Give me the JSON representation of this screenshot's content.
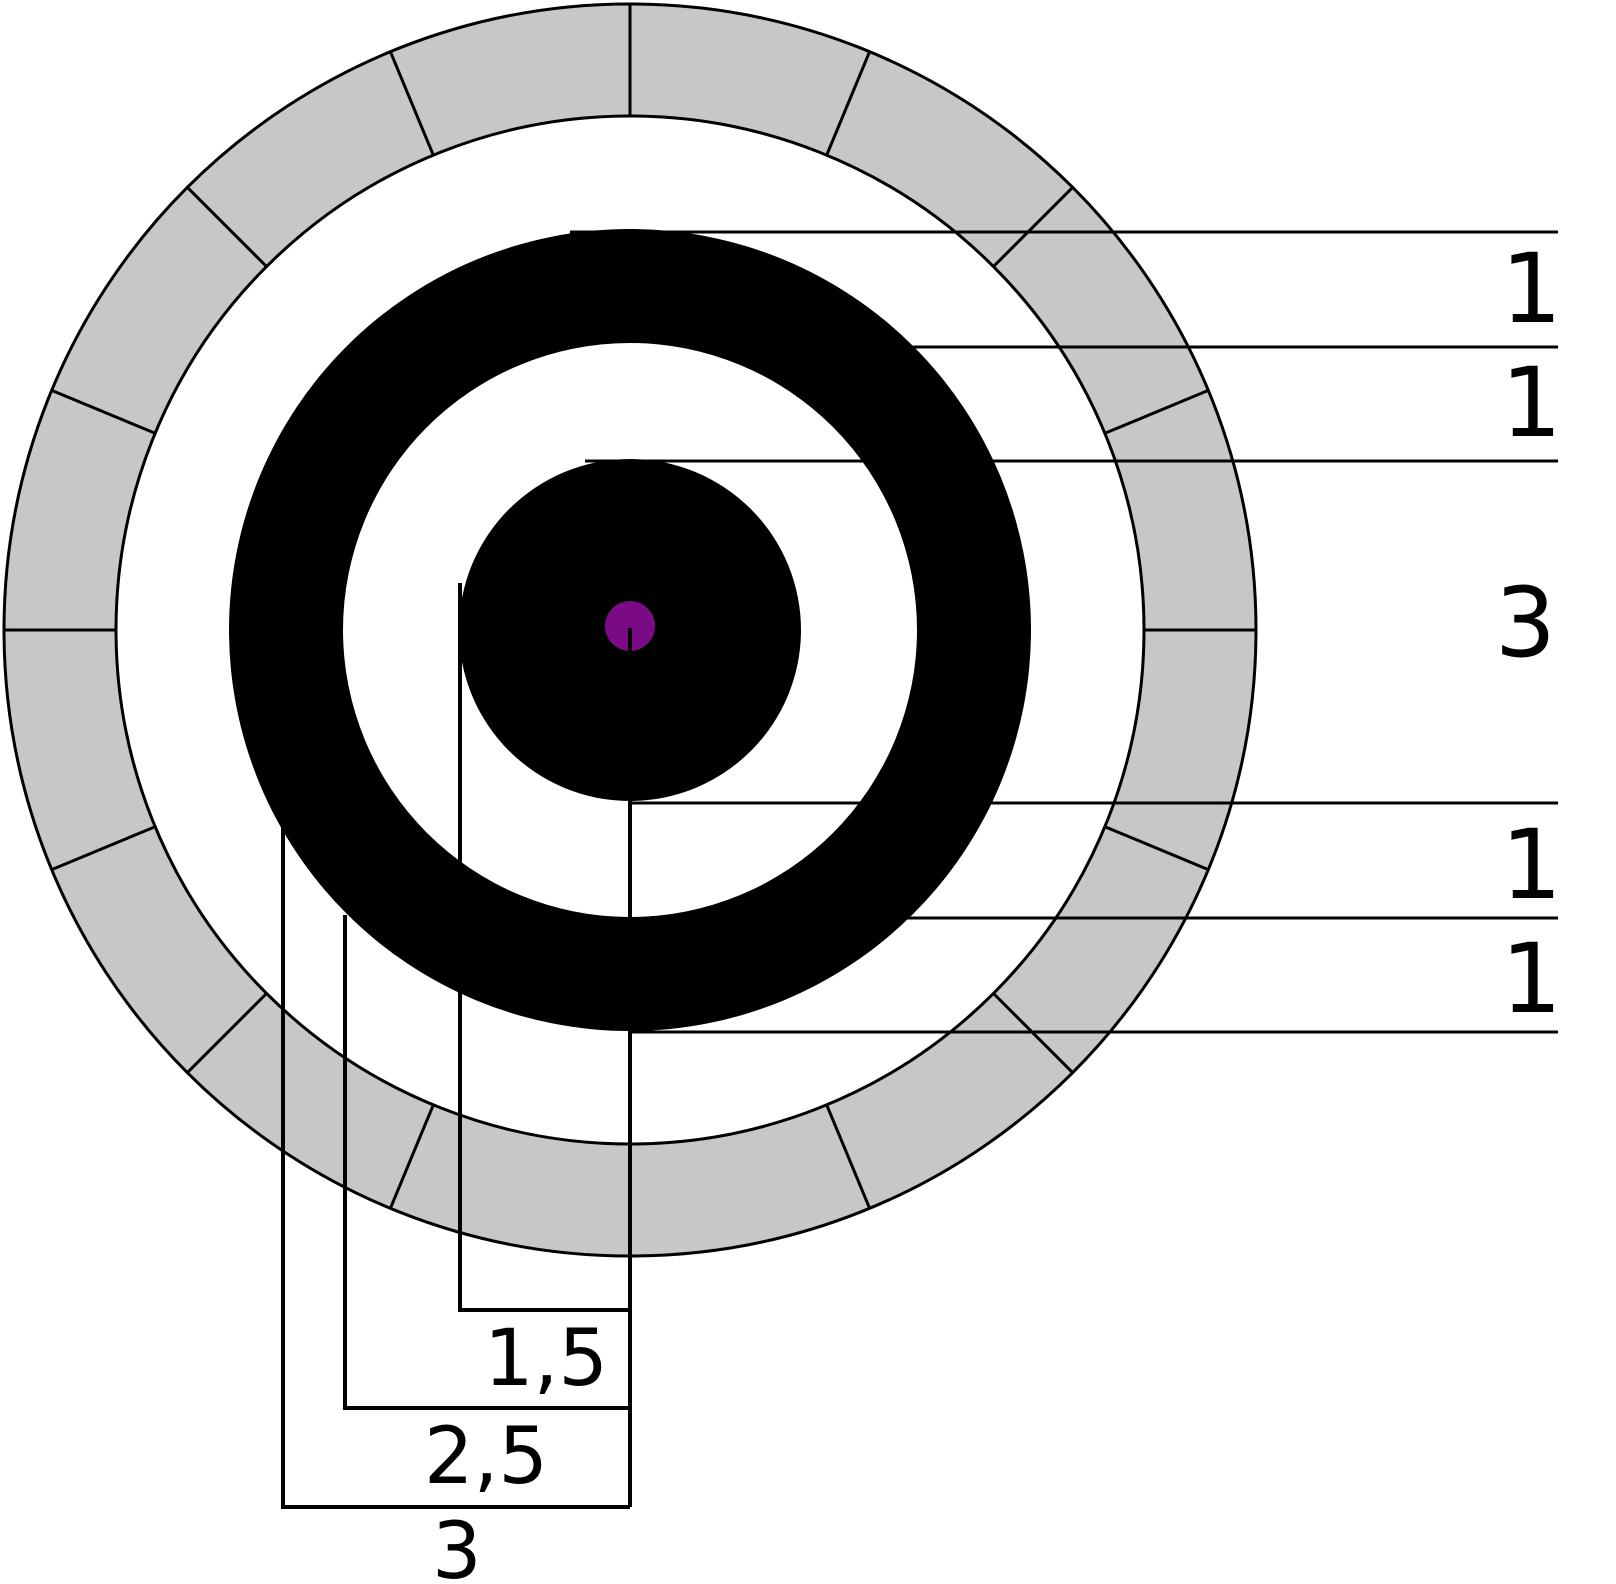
{
  "colors": {
    "ring_fill": "#c8c6c9",
    "ring_stroke": "#000000",
    "target_black": "#000000",
    "center_dot": "#7b0a86",
    "background": "#ffffff"
  },
  "right_labels": [
    "1",
    "1",
    "3",
    "1",
    "1"
  ],
  "bottom_labels": [
    "1,5",
    "2,5",
    "3"
  ],
  "ring_segments": 16
}
